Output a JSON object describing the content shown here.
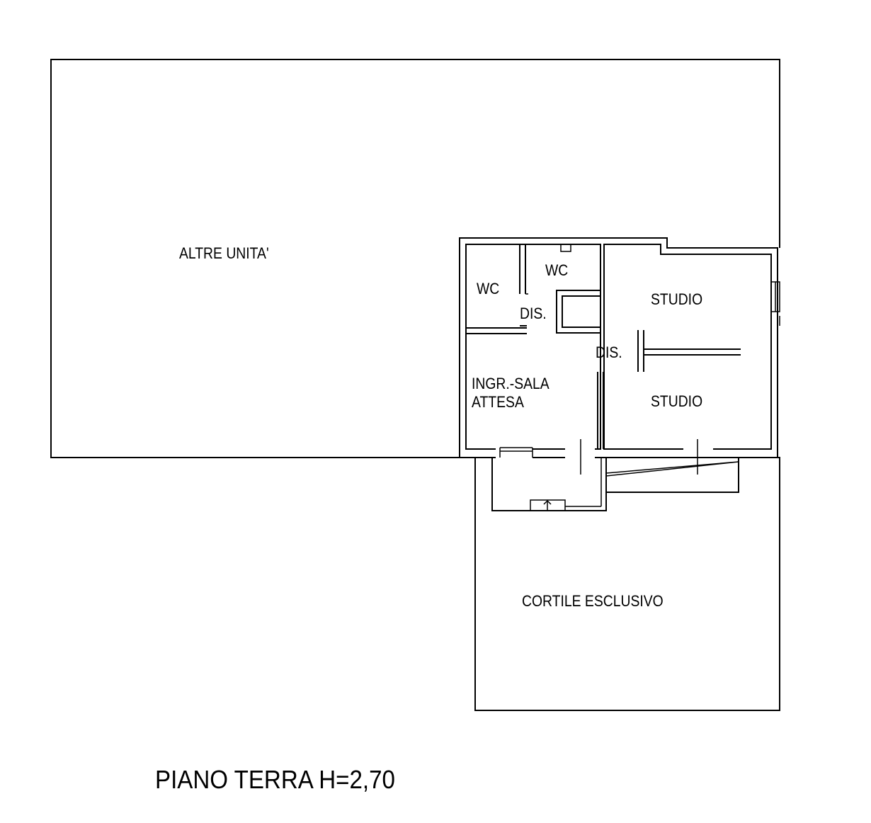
{
  "plan": {
    "title": "PIANO TERRA H=2,70",
    "areas": {
      "altre_unita": "ALTRE UNITA'",
      "cortile": "CORTILE ESCLUSIVO"
    },
    "rooms": {
      "wc_left": "WC",
      "wc_center": "WC",
      "dis_upper": "DIS.",
      "dis_center": "DIS.",
      "studio_top": "STUDIO",
      "studio_bottom": "STUDIO",
      "ingresso_line1": "INGR.-SALA",
      "ingresso_line2": "ATTESA"
    },
    "colors": {
      "line": "#000000",
      "background": "#ffffff"
    }
  }
}
